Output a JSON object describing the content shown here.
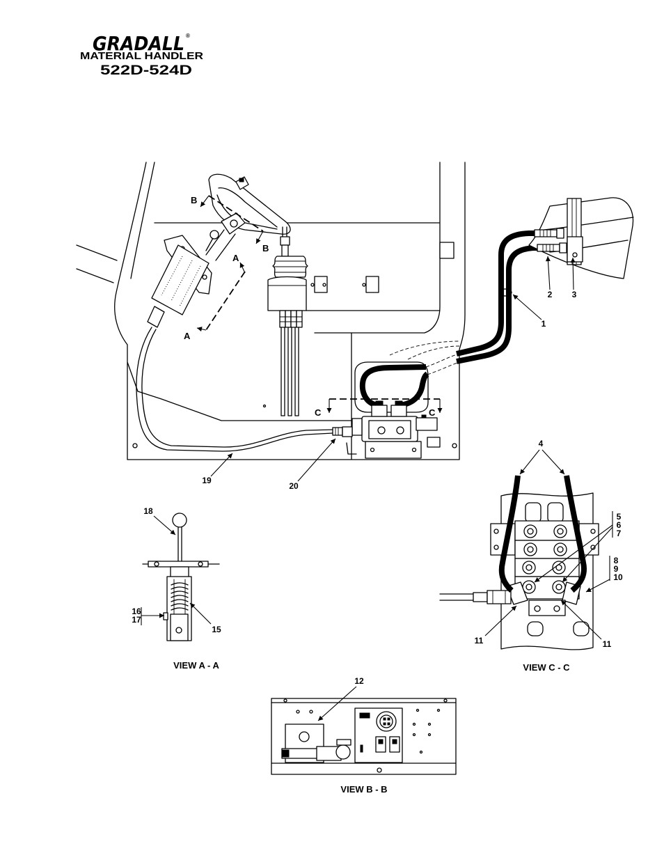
{
  "header": {
    "logo": "GRADALL",
    "registered_mark": "®",
    "product": "MATERIAL HANDLER",
    "model": "522D-524D"
  },
  "section_markers": {
    "a_upper": "A",
    "a_lower": "A",
    "b_upper": "B",
    "b_lower": "B",
    "c_left": "C",
    "c_right": "C"
  },
  "callouts": [
    "1",
    "2",
    "3",
    "4",
    "5",
    "6",
    "7",
    "8",
    "9",
    "10",
    "11",
    "11",
    "12",
    "15",
    "16",
    "17",
    "18",
    "19",
    "20"
  ],
  "views": {
    "a_a": "VIEW A - A",
    "c_c": "VIEW C - C",
    "b_b": "VIEW B - B"
  }
}
